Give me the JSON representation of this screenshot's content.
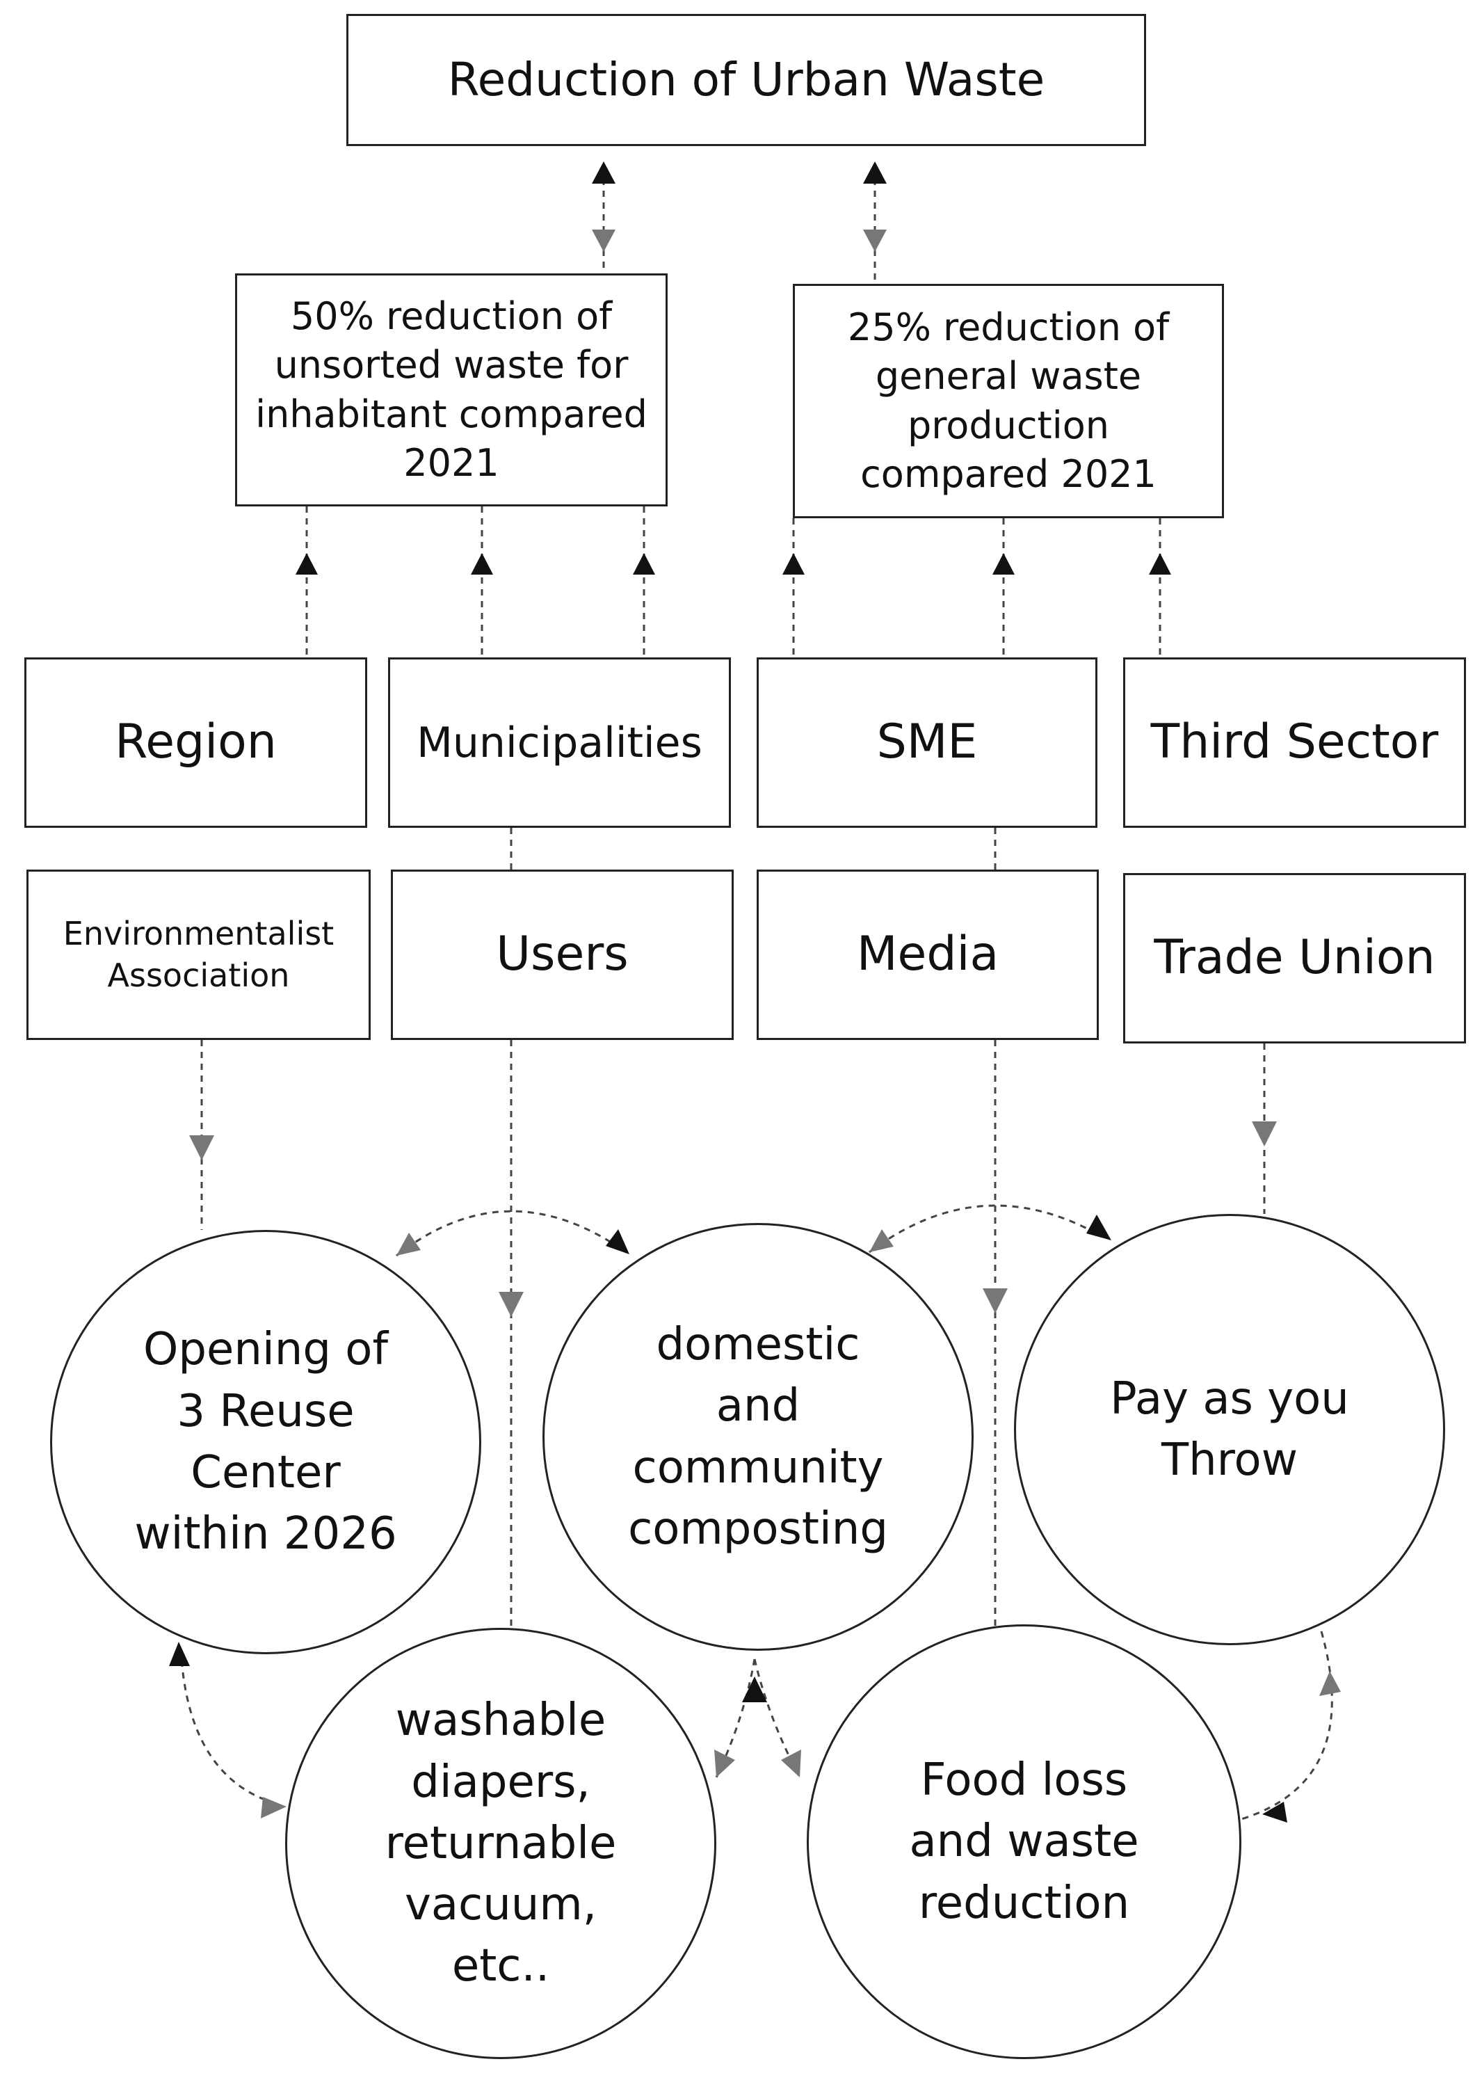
{
  "goal": {
    "label": "Reduction of Urban Waste"
  },
  "targets": [
    {
      "label": "50% reduction of\nunsorted waste   for\ninhabitant compared\n2021"
    },
    {
      "label": "25% reduction of\ngeneral waste\nproduction\ncompared 2021"
    }
  ],
  "actors_row1": [
    {
      "label": "Region"
    },
    {
      "label": "Municipalities"
    },
    {
      "label": "SME"
    },
    {
      "label": "Third Sector"
    }
  ],
  "actors_row2": [
    {
      "label": "Environmentalist\nAssociation"
    },
    {
      "label": "Users"
    },
    {
      "label": "Media"
    },
    {
      "label": "Trade Union"
    }
  ],
  "actions": [
    {
      "label": "Opening of\n3 Reuse\nCenter\nwithin 2026"
    },
    {
      "label": "domestic\nand\ncommunity\ncomposting"
    },
    {
      "label": "Pay as you\nThrow"
    },
    {
      "label": "washable\ndiapers,\nreturnable\nvacuum,\netc.."
    },
    {
      "label": "Food loss\nand waste\nreduction"
    }
  ],
  "colors": {
    "stroke": "#222222",
    "arrow_black": "#111111",
    "arrow_gray": "#777777",
    "background": "#ffffff"
  }
}
